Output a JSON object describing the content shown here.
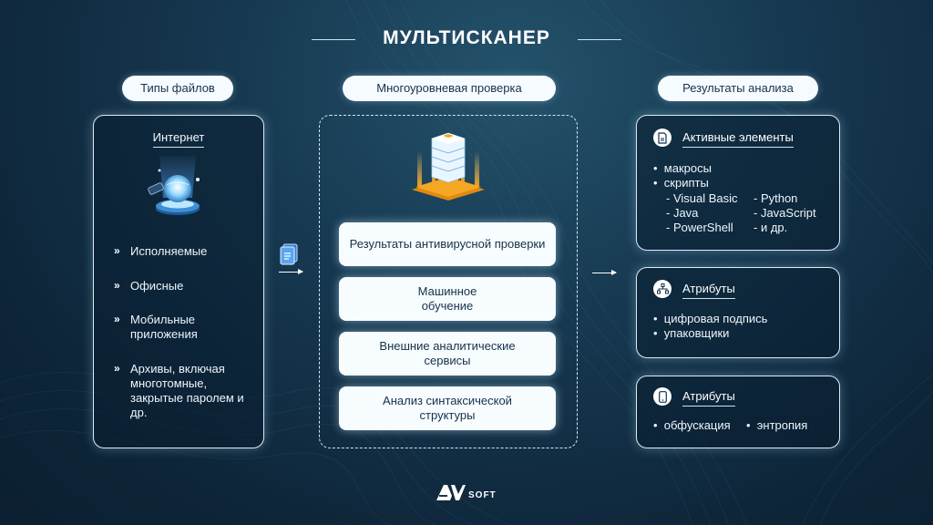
{
  "title": "МУЛЬТИСКАНЕР",
  "columns": {
    "file_types": "Типы файлов",
    "multilevel_check": "Многоуровневая проверка",
    "analysis_results": "Результаты анализа"
  },
  "file_types_panel": {
    "source": "Интернет",
    "items": [
      "Исполняемые",
      "Офисные",
      "Мобильные приложения",
      "Архивы, включая многотомные, закрытые паролем и др."
    ]
  },
  "checks": [
    "Результаты антивирусной проверки",
    "Машинное обучение",
    "Внешние аналитические сервисы",
    "Анализ синтаксической структуры"
  ],
  "results": {
    "active": {
      "title": "Активные элементы",
      "bullets": [
        "макросы",
        "скрипты"
      ],
      "languages": [
        "- Visual Basic",
        "- Python",
        "- Java",
        "- JavaScript",
        "- PowerShell",
        "- и др."
      ]
    },
    "attributes1": {
      "title": "Атрибуты",
      "bullets": [
        "цифровая подпись",
        "упаковщики"
      ]
    },
    "attributes2": {
      "title": "Атрибуты",
      "bullets": [
        "обфускация",
        "энтропия"
      ]
    }
  },
  "logo": {
    "mark": "AV",
    "text": "SOFT"
  },
  "colors": {
    "background": "#163850",
    "pill": "#f6fbff",
    "accent": "#f5a623",
    "text_dark": "#15314a"
  }
}
